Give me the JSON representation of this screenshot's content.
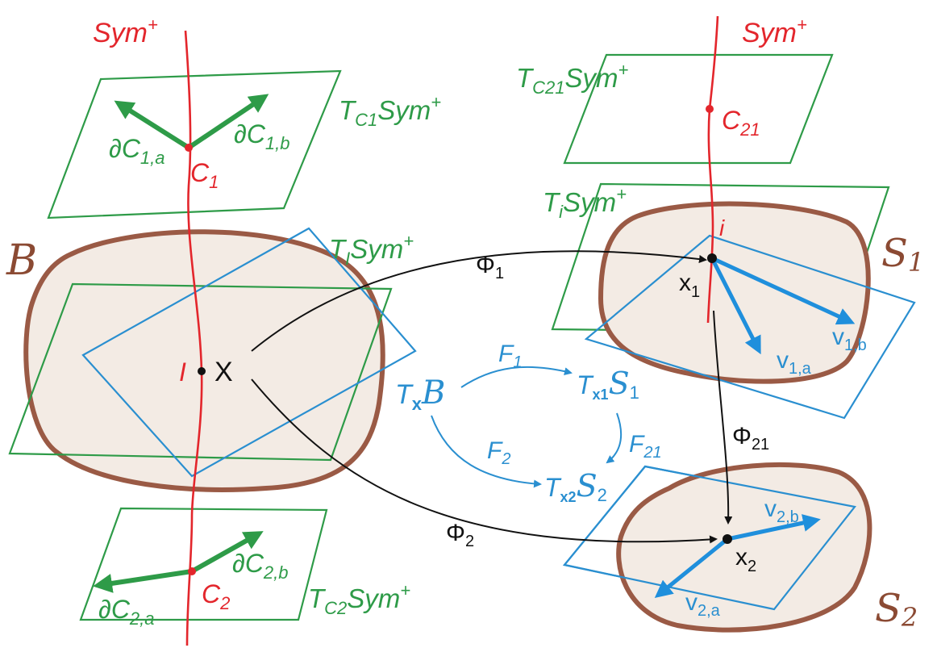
{
  "curve_labels": {
    "sym_left": "Sym",
    "sym_right": "Sym",
    "plus": "+"
  },
  "tangent_planes": {
    "c1": {
      "T": "T",
      "sub": "C1",
      "rest": "Sym",
      "plus": "+"
    },
    "c21": {
      "T": "T",
      "sub": "C21",
      "rest": "Sym",
      "plus": "+"
    },
    "i_right": {
      "T": "T",
      "sub": "i",
      "rest": "Sym",
      "plus": "+"
    },
    "i_left": {
      "T": "T",
      "sub": "I",
      "rest": "Sym",
      "plus": "+"
    },
    "c2": {
      "T": "T",
      "sub": "C2",
      "rest": "Sym",
      "plus": "+"
    }
  },
  "points": {
    "c1": {
      "main": "C",
      "sub": "1"
    },
    "c21": {
      "main": "C",
      "sub": "21"
    },
    "c2": {
      "main": "C",
      "sub": "2"
    },
    "i_small": "i",
    "i_big": "I",
    "X": "X",
    "x1": {
      "main": "x",
      "sub": "1"
    },
    "x2": {
      "main": "x",
      "sub": "2"
    }
  },
  "derivatives": {
    "c1a": {
      "main": "∂C",
      "sub": "1,a"
    },
    "c1b": {
      "main": "∂C",
      "sub": "1,b"
    },
    "c2a": {
      "main": "∂C",
      "sub": "2,a"
    },
    "c2b": {
      "main": "∂C",
      "sub": "2,b"
    }
  },
  "vectors": {
    "v1a": {
      "main": "v",
      "sub": "1,a"
    },
    "v1b": {
      "main": "v",
      "sub": "1,b"
    },
    "v2a": {
      "main": "v",
      "sub": "2,a"
    },
    "v2b": {
      "main": "v",
      "sub": "2,b"
    }
  },
  "bodies": {
    "B": "B",
    "S1": {
      "main": "S",
      "sub": "1"
    },
    "S2": {
      "main": "S",
      "sub": "2"
    }
  },
  "maps": {
    "phi1": {
      "main": "Φ",
      "sub": "1"
    },
    "phi2": {
      "main": "Φ",
      "sub": "2"
    },
    "phi21": {
      "main": "Φ",
      "sub": "21"
    }
  },
  "tangent_maps": {
    "F1": {
      "main": "F",
      "sub": "1"
    },
    "F2": {
      "main": "F",
      "sub": "2"
    },
    "F21": {
      "main": "F",
      "sub": "21"
    }
  },
  "tangent_spaces": {
    "TxB": {
      "T": "T",
      "sub": "x",
      "space": "B"
    },
    "Tx1S1": {
      "T": "T",
      "sub": "x1",
      "space": "S",
      "space_sub": "1"
    },
    "Tx2S2": {
      "T": "T",
      "sub": "x2",
      "space": "S",
      "space_sub": "2"
    }
  },
  "colors": {
    "curve": "#e3262c",
    "plane_green": "#2e9b48",
    "plane_blue": "#2a8fd0",
    "body_stroke": "#9a5a45",
    "body_fill": "#f3ebe4",
    "map": "#111111"
  }
}
